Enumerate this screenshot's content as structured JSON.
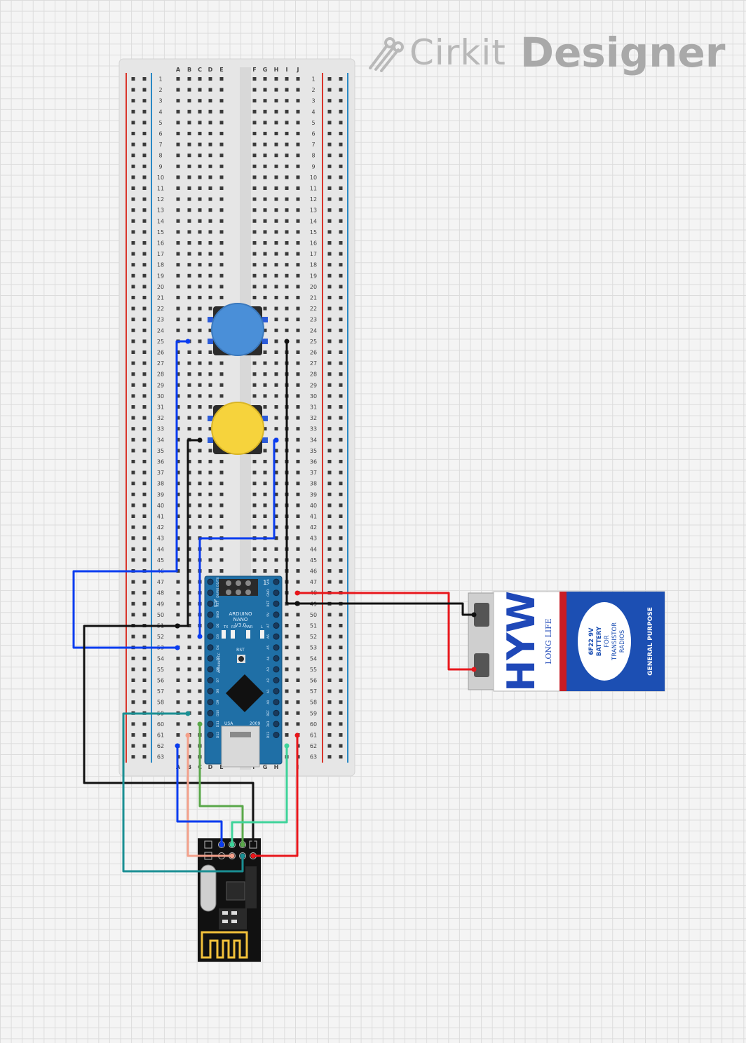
{
  "brand": {
    "name": "Cirkit",
    "product": "Designer",
    "logo_icon": "cirkit-logo-icon"
  },
  "breadboard": {
    "columns_left": [
      "A",
      "B",
      "C",
      "D",
      "E"
    ],
    "columns_right": [
      "F",
      "G",
      "H",
      "I",
      "J"
    ],
    "rows": 63,
    "rail_colors": {
      "positive": "#d9342b",
      "negative": "#2a88c4"
    }
  },
  "pushbuttons": [
    {
      "name": "blue",
      "cap_color": "#4a8fd8"
    },
    {
      "name": "yellow",
      "cap_color": "#f6d33c"
    }
  ],
  "arduino": {
    "label_lines": [
      "ARDUINO",
      "NANO",
      "V3.0"
    ],
    "silk": {
      "icsp": "ICSP",
      "tx": "TX",
      "rx": "RX",
      "pwr": "PWR",
      "l": "L",
      "rst": "RST",
      "usa": "USA",
      "year": "2009",
      "arduino_cc": "ARDUINO.CC",
      "pin1": "1"
    },
    "left_pins": [
      "D1/TX",
      "D0/RX",
      "RST",
      "GND",
      "D2",
      "D3",
      "D4",
      "D5",
      "D6",
      "D7",
      "D8",
      "D9",
      "D10",
      "D11",
      "D12"
    ],
    "right_pins": [
      "VIN",
      "GND",
      "RST",
      "5V",
      "A7",
      "A6",
      "A5",
      "A4",
      "A3",
      "A2",
      "A1",
      "A0",
      "REF",
      "3V3",
      "D13"
    ],
    "board_color": "#1f6fa6"
  },
  "battery": {
    "brand": "HYW",
    "tagline": "LONG LIFE",
    "spec_lines": [
      "6F22 9V",
      "BATTERY",
      "FOR",
      "TRANSISTOR",
      "RADIOS"
    ],
    "side_label": "GENERAL PURPOSE"
  },
  "rf_module": {
    "name": "nRF24L01",
    "pins": 8
  },
  "wire_colors": {
    "black": "#111111",
    "blue": "#0a3cf0",
    "red": "#e8161b",
    "green": "#5aa84a",
    "mint": "#3ed39a",
    "teal": "#1a8f93",
    "salmon": "#f3a08a"
  }
}
